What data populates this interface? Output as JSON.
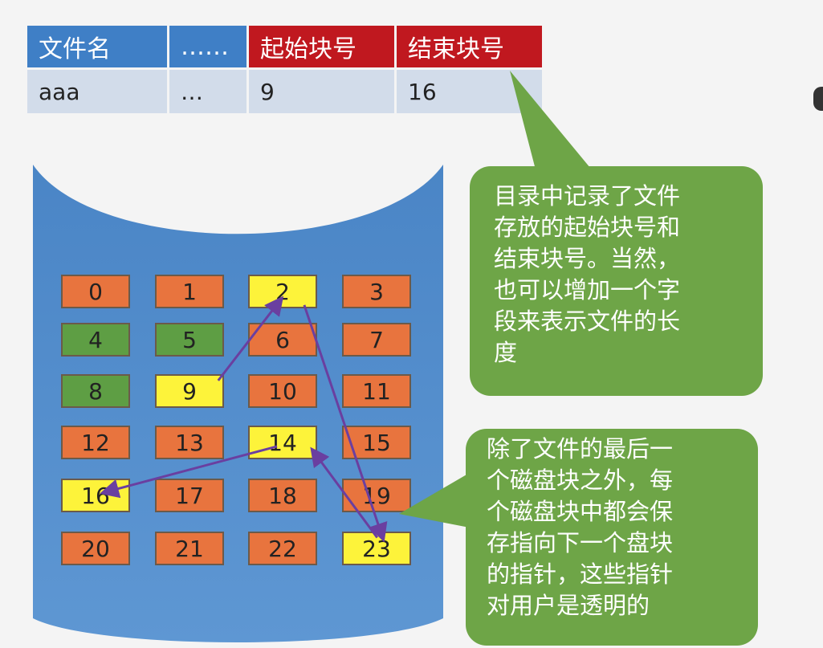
{
  "directory": {
    "headers": [
      "文件名",
      "……",
      "起始块号",
      "结束块号"
    ],
    "row": [
      "aaa",
      "…",
      "9",
      "16"
    ]
  },
  "blocks": [
    {
      "label": "0",
      "status": "free"
    },
    {
      "label": "1",
      "status": "free"
    },
    {
      "label": "2",
      "status": "file"
    },
    {
      "label": "3",
      "status": "free"
    },
    {
      "label": "4",
      "status": "used"
    },
    {
      "label": "5",
      "status": "used"
    },
    {
      "label": "6",
      "status": "free"
    },
    {
      "label": "7",
      "status": "free"
    },
    {
      "label": "8",
      "status": "used"
    },
    {
      "label": "9",
      "status": "file"
    },
    {
      "label": "10",
      "status": "free"
    },
    {
      "label": "11",
      "status": "free"
    },
    {
      "label": "12",
      "status": "free"
    },
    {
      "label": "13",
      "status": "free"
    },
    {
      "label": "14",
      "status": "file"
    },
    {
      "label": "15",
      "status": "free"
    },
    {
      "label": "16",
      "status": "file"
    },
    {
      "label": "17",
      "status": "free"
    },
    {
      "label": "18",
      "status": "free"
    },
    {
      "label": "19",
      "status": "free"
    },
    {
      "label": "20",
      "status": "free"
    },
    {
      "label": "21",
      "status": "free"
    },
    {
      "label": "22",
      "status": "free"
    },
    {
      "label": "23",
      "status": "file"
    }
  ],
  "chain": [
    "9",
    "2",
    "23",
    "14",
    "16"
  ],
  "callouts": {
    "directory_note": [
      "目录中记录了文件",
      "存放的起始块号和",
      "结束块号。当然，",
      "也可以增加一个字",
      "段来表示文件的长",
      "度"
    ],
    "pointer_note": [
      "除了文件的最后一",
      "个磁盘块之外，每",
      "个磁盘块中都会保",
      "存指向下一个盘块",
      "的指针，这些指针",
      "对用户是透明的"
    ]
  },
  "colors": {
    "header_blue": "#3f7fc6",
    "header_red": "#c0181f",
    "row_bg": "#d2dcea",
    "disk": "#4f8bc9",
    "free_block": "#e8743e",
    "used_block": "#5e9e44",
    "file_block": "#fdf33a",
    "arrow": "#6a3fa0",
    "callout": "#6ea547"
  }
}
